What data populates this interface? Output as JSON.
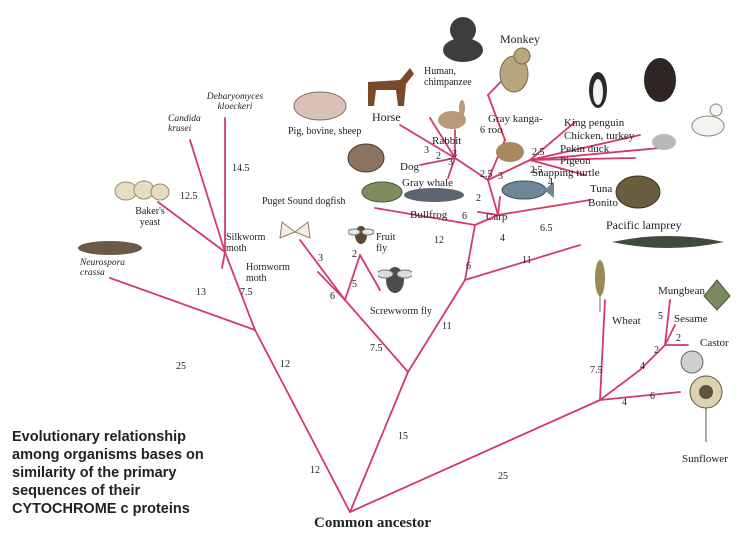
{
  "caption": {
    "lines": [
      "Evolutionary relationship",
      "among organisms bases on",
      "similarity of the primary",
      "sequences of their",
      "CYTOCHROME c proteins"
    ]
  },
  "root_label": "Common ancestor",
  "organisms": {
    "neurospora": "Neurospora crassa",
    "bakers_yeast": "Baker's yeast",
    "candida": "Candida krusei",
    "debaryomyces": "Debaryomyces kloeckeri",
    "silkworm": "Silkworm moth",
    "hornworm": "Hornworm moth",
    "fruit_fly": "Fruit fly",
    "screwworm": "Screwworm fly",
    "dogfish": "Puget Sound dogfish",
    "bullfrog": "Bullfrog",
    "carp": "Carp",
    "tuna": "Tuna",
    "bonito": "Bonito",
    "lamprey": "Pacific lamprey",
    "pig": "Pig, bovine, sheep",
    "horse": "Horse",
    "dog": "Dog",
    "gray_whale": "Gray whale",
    "rabbit": "Rabbit",
    "human": "Human, chimpanzee",
    "monkey": "Monkey",
    "kangaroo": "Gray kanga- roo",
    "king_penguin": "King penguin",
    "chicken": "Chicken, turkey",
    "pekin_duck": "Pekin duck",
    "pigeon": "Pigeon",
    "snapping_turtle": "Snapping turtle",
    "wheat": "Wheat",
    "mungbean": "Mungbean",
    "sesame": "Sesame",
    "castor": "Castor",
    "sunflower": "Sunflower"
  },
  "branch_lengths": {
    "neurospora": "25",
    "fungi_stem_a": "13",
    "bakers_yeast": "12.5",
    "debaryomyces": "14.5",
    "fungi_stem_b": "7.5",
    "fungi_to_root": "12",
    "fungi_root": "12",
    "silkworm": "3",
    "hornworm": "6",
    "fruit_fly": "2",
    "screwworm": "5",
    "insects_stem": "7.5",
    "animals_stem": "11",
    "animal_root": "15",
    "dogfish": "12",
    "lamprey": "11",
    "vert_stem": "6",
    "tuna_bonito": "6.5",
    "carp": "4",
    "bullfrog": "6",
    "tetrapod": "2",
    "horse": "3",
    "pig": "2",
    "dog": "3",
    "rabbit": "3",
    "kangaroo": "2.5",
    "primate": "6",
    "bird_a": "3",
    "bird_b": "2.5",
    "bird_c": "4",
    "bird_d": "2.5",
    "plants_root": "25",
    "wheat": "7.5",
    "plants_stem": "4",
    "sunflower": "6",
    "plant_sub": "4",
    "mungbean_sesame": "5",
    "castor_a": "2",
    "castor_b": "2"
  },
  "colors": {
    "branch": "#d23a6a",
    "text": "#222222"
  }
}
